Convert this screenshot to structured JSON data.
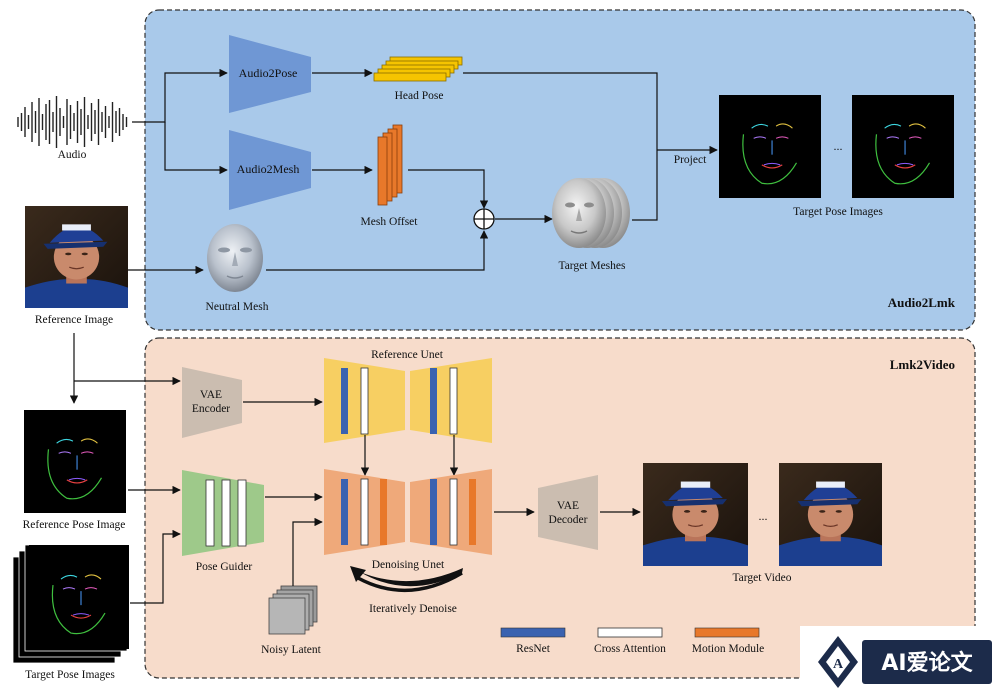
{
  "sections": {
    "top_title": "Audio2Lmk",
    "bottom_title": "Lmk2Video"
  },
  "labels": {
    "audio": "Audio",
    "reference_image": "Reference Image",
    "audio2pose": "Audio2Pose",
    "audio2mesh": "Audio2Mesh",
    "head_pose": "Head Pose",
    "mesh_offset": "Mesh Offset",
    "neutral_mesh": "Neutral Mesh",
    "target_meshes": "Target Meshes",
    "project": "Project",
    "target_pose_images_top": "Target Pose Images",
    "ellipsis": "...",
    "reference_unet": "Reference Unet",
    "vae_encoder_1": "VAE",
    "vae_encoder_2": "Encoder",
    "reference_pose_image": "Reference Pose Image",
    "target_pose_images_bottom": "Target Pose Images",
    "pose_guider": "Pose Guider",
    "noisy_latent": "Noisy Latent",
    "denoising_unet": "Denoising Unet",
    "iteratively_denoise": "Iteratively Denoise",
    "vae_decoder_1": "VAE",
    "vae_decoder_2": "Decoder",
    "target_video": "Target Video"
  },
  "legend": [
    {
      "label": "ResNet",
      "color": "#3a62b0"
    },
    {
      "label": "Cross Attention",
      "color": "#ffffff"
    },
    {
      "label": "Motion Module",
      "color": "#e8782a"
    }
  ],
  "colors": {
    "top_panel": "#a9c9ea",
    "bottom_panel": "#f7dccb",
    "audio2x_block": "#6f97d4",
    "head_pose": "#f5c400",
    "mesh_offset": "#e8782a",
    "vae": "#cbbdb0",
    "pose_guider": "#9ec98a",
    "reference_unet": "#f7cf62",
    "denoising_unet": "#efa97a",
    "resnet": "#3a62b0",
    "motion_module": "#e8782a"
  },
  "watermark": {
    "text": "AI爱论文",
    "icon": "A-logo-icon"
  }
}
